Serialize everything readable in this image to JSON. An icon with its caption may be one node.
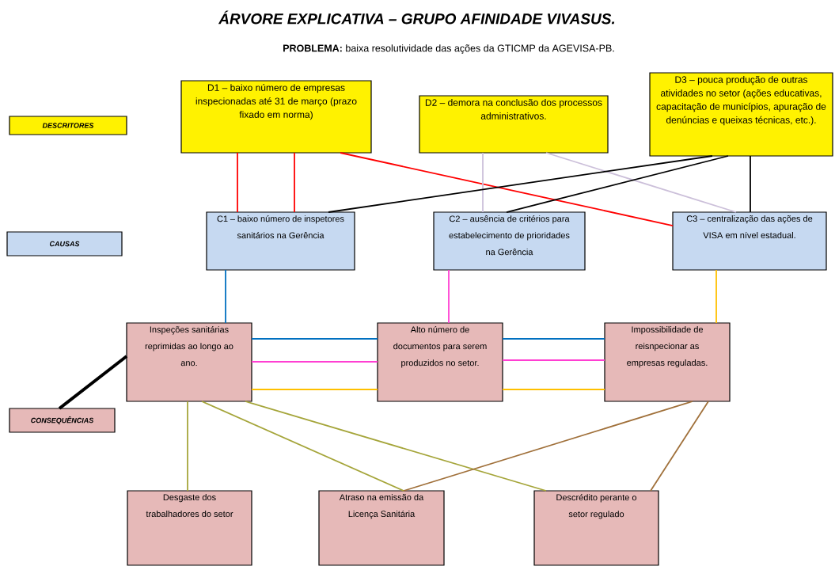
{
  "diagram": {
    "title": "ÁRVORE EXPLICATIVA – GRUPO AFINIDADE VIVASUS.",
    "nodes": [
      {
        "text": [
          "DESCRITORES"
        ]
      },
      {
        "text": [
          "D1 – baixo número de empresas inspecionadas até 31 de março (prazo fixado em norma)"
        ]
      },
      {
        "text": [
          "D2 – demora na conclusão dos processos administrativos."
        ]
      },
      {
        "text": [
          "D3 – pouca produção de outras atividades no setor (ações educativas, capacitação de municípios, apuração de denúncias e queixas técnicas, etc.)."
        ]
      },
      {
        "text": [
          "CAUSAS"
        ]
      },
      {
        "text": [
          "C1 – baixo número de inspetores sanitários na Gerência"
        ]
      },
      {
        "text": [
          "C2 – ausência de critérios para estabelecimento de prioridades na Gerência"
        ]
      },
      {
        "text": [
          "C3 – centralização das ações de VISA em nível estadual."
        ]
      },
      {
        "text": [
          "CONSEQUÊNCIAS"
        ]
      },
      {
        "text": [
          "Inspeções sanitárias reprimidas ao longo ao ano."
        ]
      },
      {
        "text": [
          "Alto número de documentos para serem produzidos no setor."
        ]
      },
      {
        "text": [
          "Impossibilidade de reisnpecionar as empresas reguladas."
        ]
      },
      {
        "text": [
          "Desgaste dos trabalhadores do setor"
        ]
      },
      {
        "text": [
          "Atraso na emissão da Licença Sanitária"
        ]
      },
      {
        "text": [
          "Descrédito perante o setor regulado"
        ]
      }
    ],
    "edges": [
      {
        "from": 1,
        "to": 5,
        "arrow": "none",
        "color": "#ff0000"
      },
      {
        "from": 1,
        "to": 5,
        "arrow": "none",
        "color": "#ff0000"
      },
      {
        "from": 1,
        "to": 7,
        "arrow": "none",
        "color": "#ff0000"
      },
      {
        "from": 2,
        "to": 6,
        "arrow": "none",
        "color": "#ccc0da"
      },
      {
        "from": 2,
        "to": 7,
        "arrow": "none",
        "color": "#ccc0da"
      },
      {
        "from": 3,
        "to": 5,
        "arrow": "none",
        "color": "#000000"
      },
      {
        "from": 3,
        "to": 6,
        "arrow": "none",
        "color": "#000000"
      },
      {
        "from": 3,
        "to": 7,
        "arrow": "none",
        "color": "#000000"
      },
      {
        "from": 5,
        "to": 9,
        "arrow": "none",
        "color": "#0070c0"
      },
      {
        "from": 6,
        "to": 10,
        "arrow": "none",
        "color": "#ff3fd2"
      },
      {
        "from": 7,
        "to": 11,
        "arrow": "none",
        "color": "#ffc000"
      },
      {
        "from": 9,
        "to": 10,
        "arrow": "none",
        "color": "#0070c0"
      },
      {
        "from": 9,
        "to": 10,
        "arrow": "none",
        "color": "#ff3fd2"
      },
      {
        "from": 9,
        "to": 10,
        "arrow": "none",
        "color": "#ffc000"
      },
      {
        "from": 10,
        "to": 11,
        "arrow": "none",
        "color": "#0070c0"
      },
      {
        "from": 10,
        "to": 11,
        "arrow": "none",
        "color": "#ff3fd2"
      },
      {
        "from": 10,
        "to": 11,
        "arrow": "none",
        "color": "#ffc000"
      },
      {
        "from": 8,
        "to": 9,
        "arrow": "none",
        "style": "thick",
        "color": "#000000"
      },
      {
        "from": 9,
        "to": 12,
        "arrow": "none",
        "color": "#a5a53a"
      },
      {
        "from": 9,
        "to": 13,
        "arrow": "none",
        "color": "#a5a53a"
      },
      {
        "from": 9,
        "to": 14,
        "arrow": "none",
        "color": "#a5a53a"
      },
      {
        "from": 11,
        "to": 13,
        "arrow": "none",
        "color": "#a0703a"
      },
      {
        "from": 11,
        "to": 14,
        "arrow": "none",
        "color": "#a0703a"
      }
    ],
    "labels": [
      "**PROBLEMA:** baixa resolutividade das ações da GTICMP da AGEVISA-PB."
    ]
  }
}
